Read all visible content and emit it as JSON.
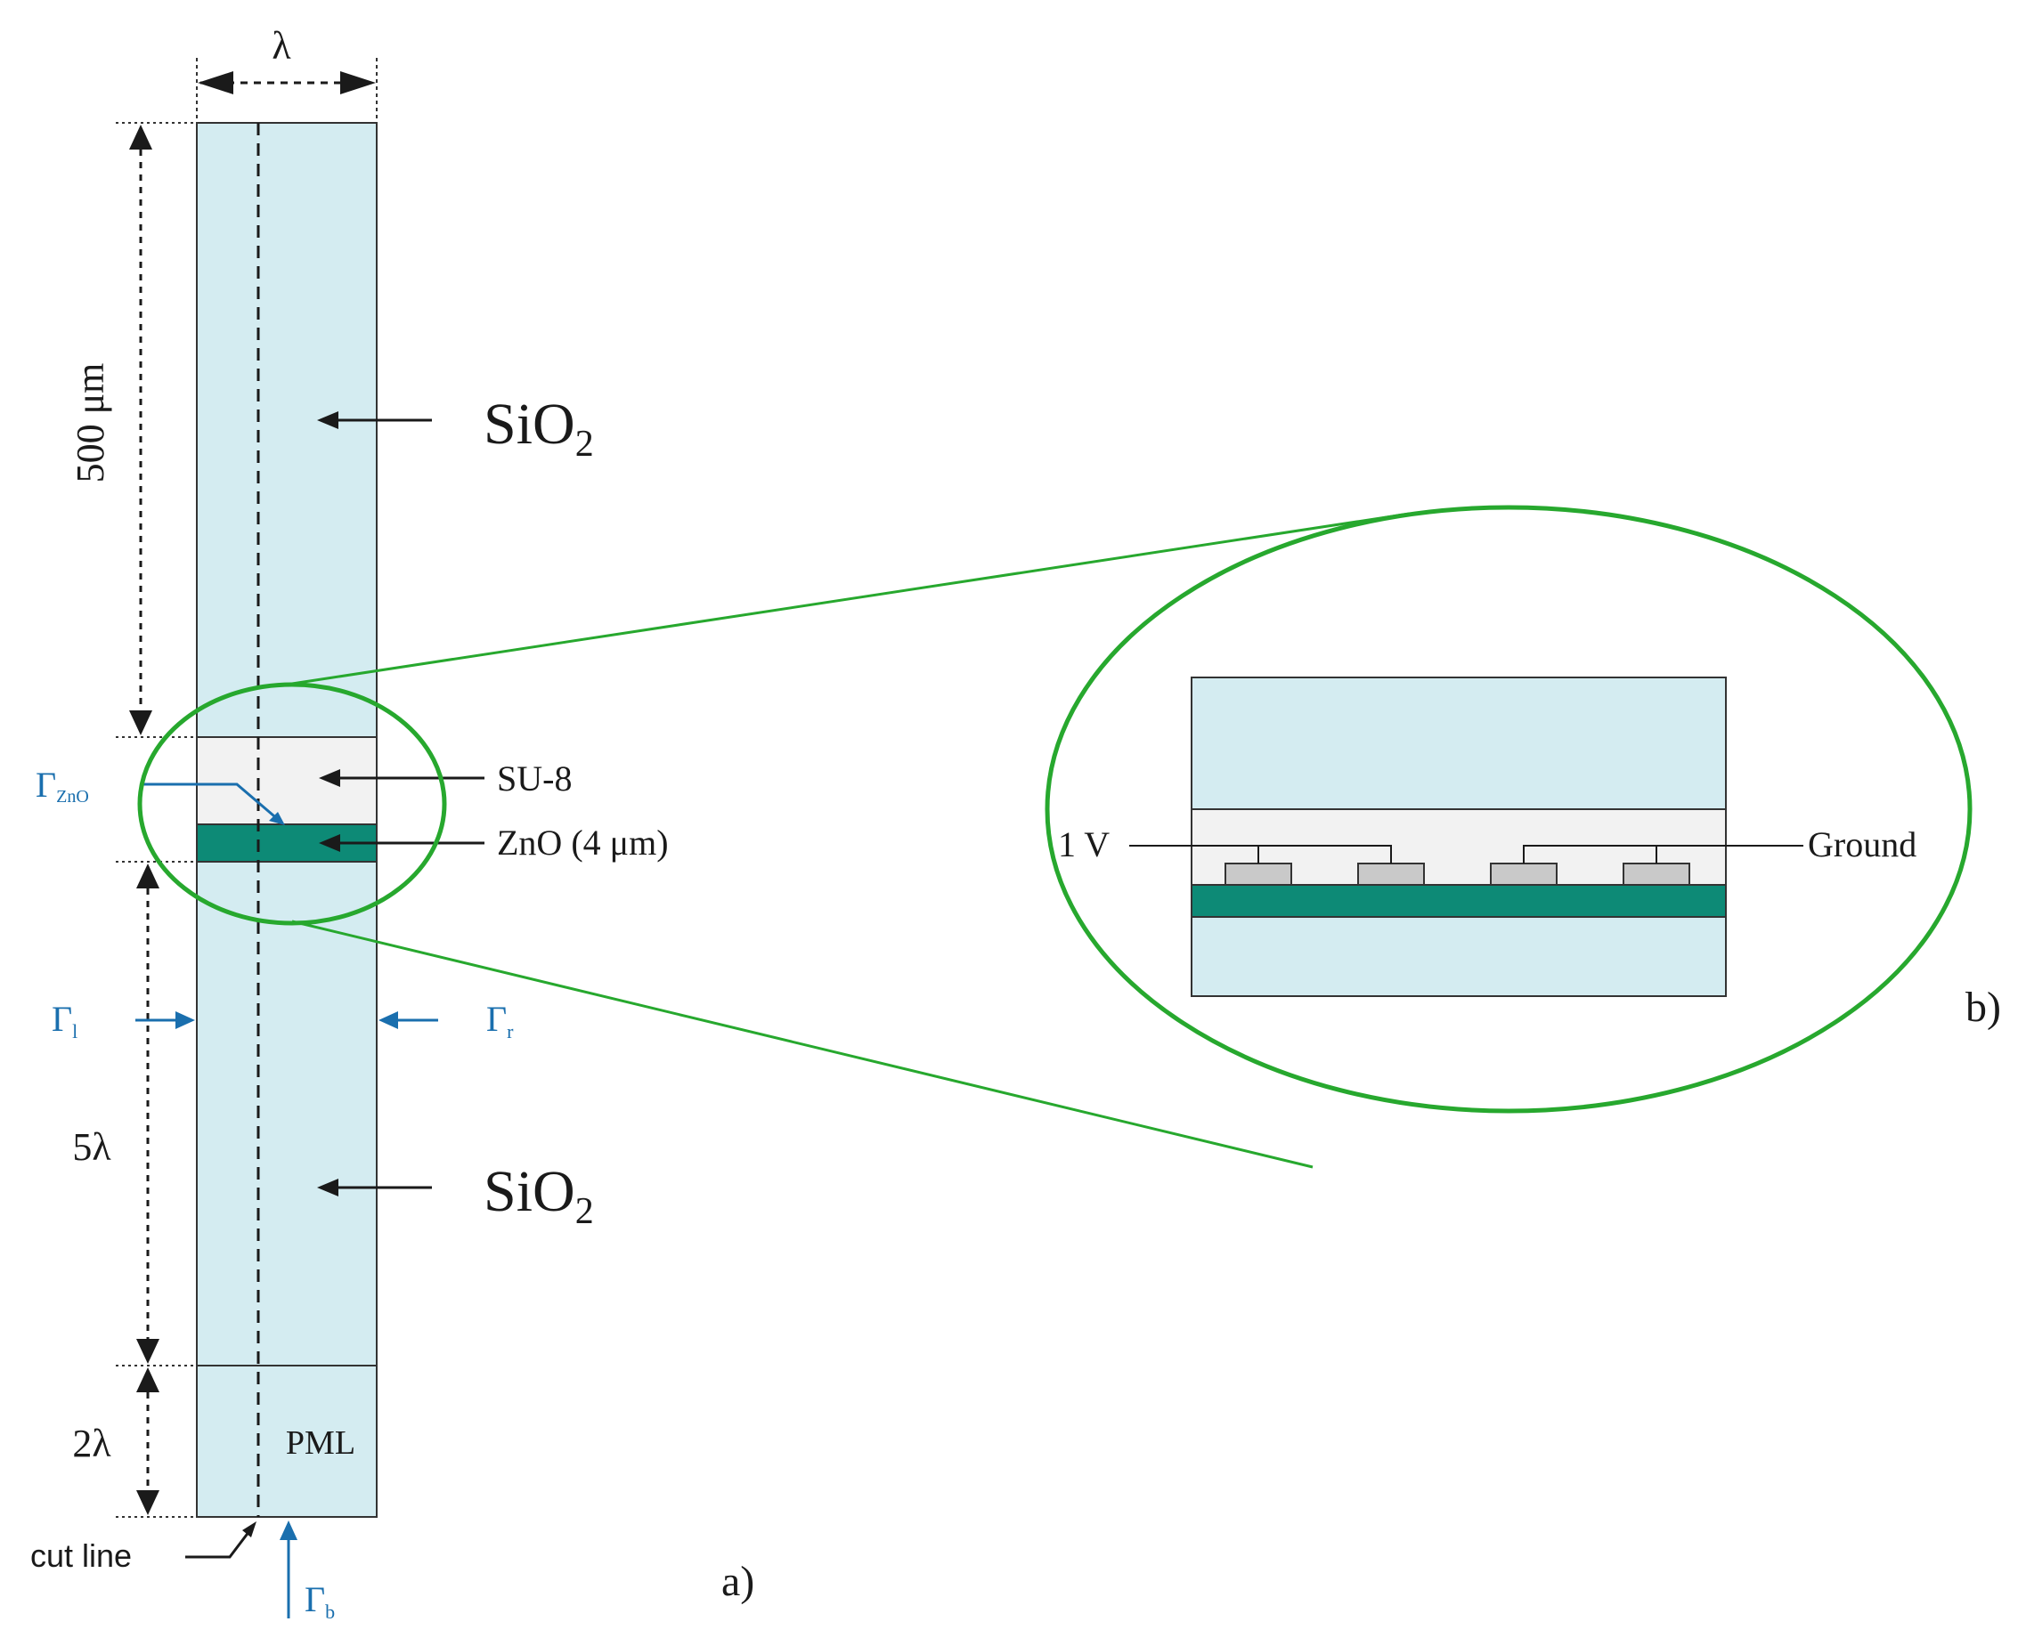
{
  "colors": {
    "sio2": "#d4ecf1",
    "su8": "#f2f2f2",
    "zno": "#0d8a76",
    "electrode": "#c9c9c9",
    "zoom": "#27a82e",
    "boundary": "#1a6fae",
    "ink": "#1a1a1a"
  },
  "panel_a": {
    "width_label": "λ",
    "top_height_label": "500 μm",
    "mid_height_label": "5λ",
    "pml_height_label": "2λ",
    "sio2_top": {
      "base": "SiO",
      "sub": "2"
    },
    "sio2_bottom": {
      "base": "SiO",
      "sub": "2"
    },
    "su8_label": "SU-8",
    "zno_label": "ZnO (4 μm)",
    "pml_label": "PML",
    "cut_line_label": "cut line",
    "gamma_zno": {
      "base": "Γ",
      "sub": "ZnO"
    },
    "gamma_l": {
      "base": "Γ",
      "sub": "l"
    },
    "gamma_r": {
      "base": "Γ",
      "sub": "r"
    },
    "gamma_b": {
      "base": "Γ",
      "sub": "b"
    },
    "panel_label": "a)"
  },
  "panel_b": {
    "voltage_label": "1 V",
    "ground_label": "Ground",
    "panel_label": "b)"
  }
}
